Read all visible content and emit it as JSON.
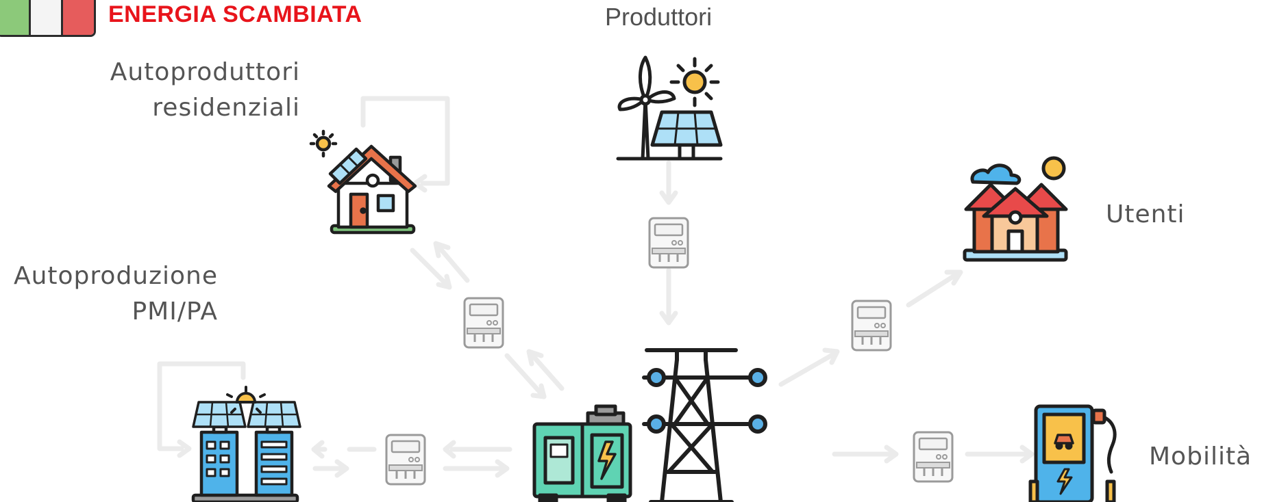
{
  "header": {
    "title": "ENERGIA SCAMBIATA"
  },
  "labels": {
    "produttori": "Produttori",
    "autoproduttori_line1": "Autoproduttori",
    "autoproduttori_line2": "residenziali",
    "autoproduzione_line1": "Autoproduzione",
    "autoproduzione_line2": "PMI/PA",
    "utenti": "Utenti",
    "mobilita": "Mobilità"
  },
  "colors": {
    "title": "#e8141b",
    "label": "#545454",
    "flow_arrow": "#ebebeb",
    "meter": "#9a9a9a",
    "outline": "#1f1f1f",
    "solar": "#f8c14a",
    "panel": "#aee0f7",
    "roof": "#e8734a",
    "generator": "#5fd3b3",
    "tower_node": "#5ab0e6",
    "charger": "#4fb3ea",
    "charger_screen": "#f8c14a"
  },
  "icons": [
    "flag-icon",
    "wind-solar-icon",
    "solar-house-icon",
    "solar-buildings-icon",
    "houses-icon",
    "generator-icon",
    "power-tower-icon",
    "ev-charger-icon",
    "meter-icon"
  ]
}
